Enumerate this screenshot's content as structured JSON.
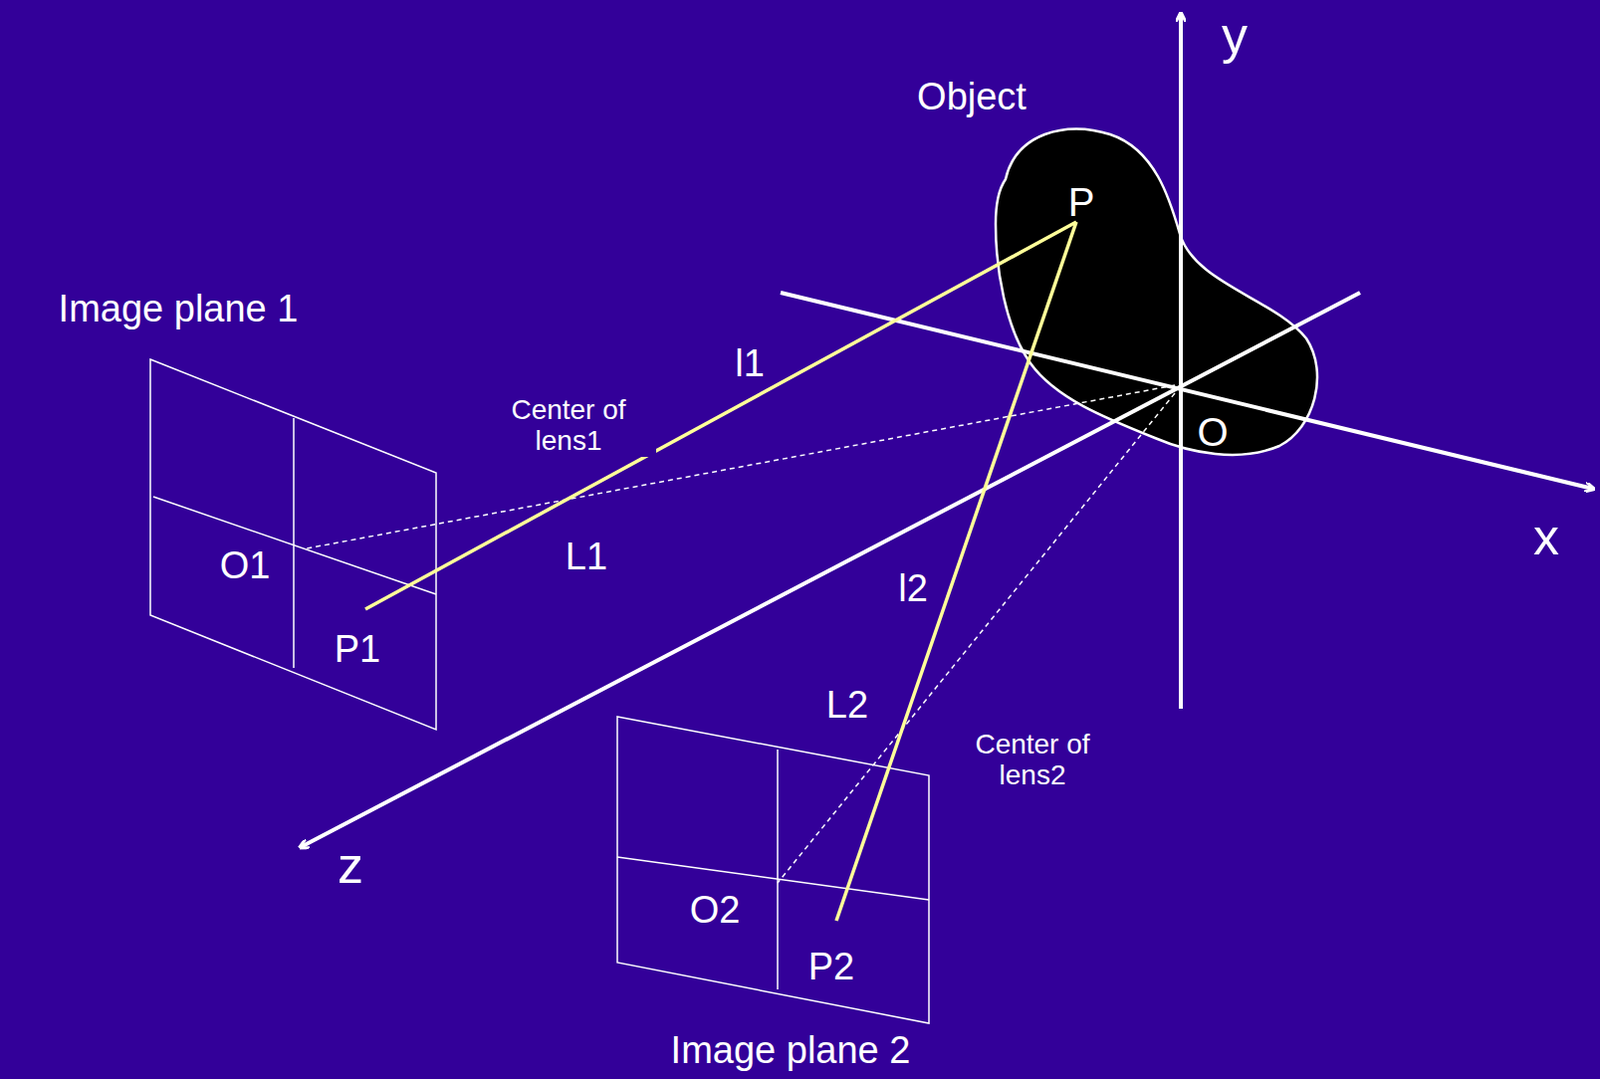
{
  "diagram": {
    "nodes": [
      {
        "text": [
          "Object",
          "P",
          "O"
        ]
      },
      {
        "text": [
          "Image plane 1",
          "O1",
          "P1"
        ]
      },
      {
        "text": [
          "Image plane 2",
          "O2",
          "P2"
        ]
      }
    ],
    "edges": [
      {
        "from": 0,
        "to": 1,
        "label": "l1",
        "arrow": "none"
      },
      {
        "from": 0,
        "to": 2,
        "label": "l2",
        "arrow": "none"
      }
    ],
    "labels": [
      "Center of lens1",
      "L1",
      "L2",
      "Center of lens2",
      "x",
      "y",
      "z"
    ]
  }
}
